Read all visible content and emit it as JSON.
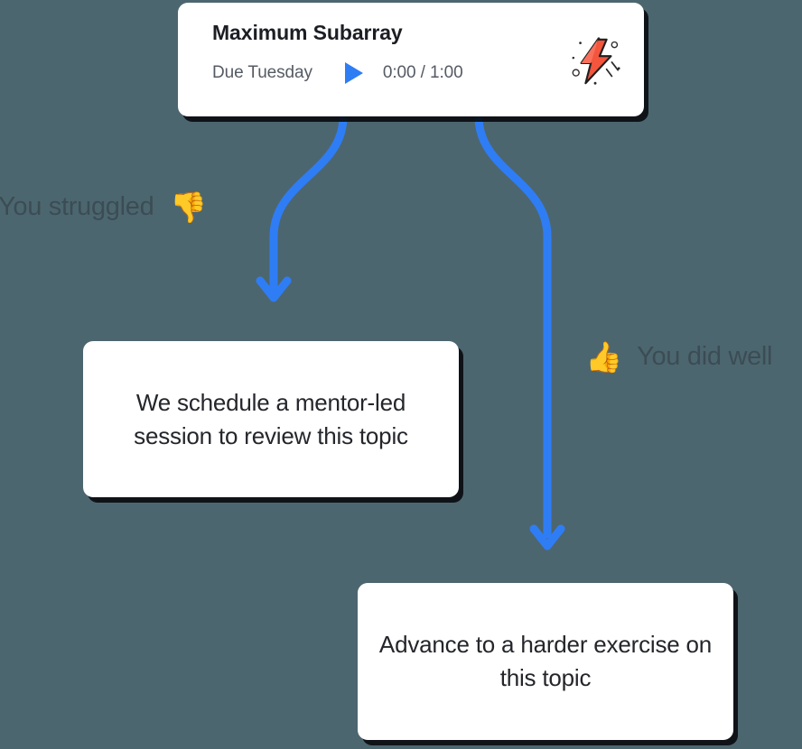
{
  "theme": {
    "background": "#4c666f",
    "card_background": "#ffffff",
    "accent_blue": "#2f7df5",
    "text_dark": "#1c1e24",
    "text_muted": "#555b63",
    "shadow": "#0a0c10"
  },
  "task_card": {
    "title": "Maximum Subarray",
    "due_label": "Due Tuesday",
    "play_icon": "play-triangle-icon",
    "timer": "0:00 / 1:00",
    "elapsed_time": "0:00",
    "total_time": "1:00",
    "badge_icon": "high-voltage-lightning-icon"
  },
  "feedback": {
    "negative": {
      "text": "You struggled",
      "emoji": "👎",
      "emoji_name": "thumbs-down-icon"
    },
    "positive": {
      "text": "You did well",
      "emoji": "👍",
      "emoji_name": "thumbs-up-icon"
    }
  },
  "outcomes": {
    "review": {
      "text": "We schedule a mentor-led session to review this topic"
    },
    "advance": {
      "text": "Advance to a harder exercise on this topic"
    }
  },
  "connectors": {
    "left_branch": {
      "name": "negative-path-arrow",
      "color": "#2f7df5",
      "from": "task-card",
      "to": "review-card"
    },
    "right_branch": {
      "name": "positive-path-arrow",
      "color": "#2f7df5",
      "from": "task-card",
      "to": "advance-card"
    }
  }
}
